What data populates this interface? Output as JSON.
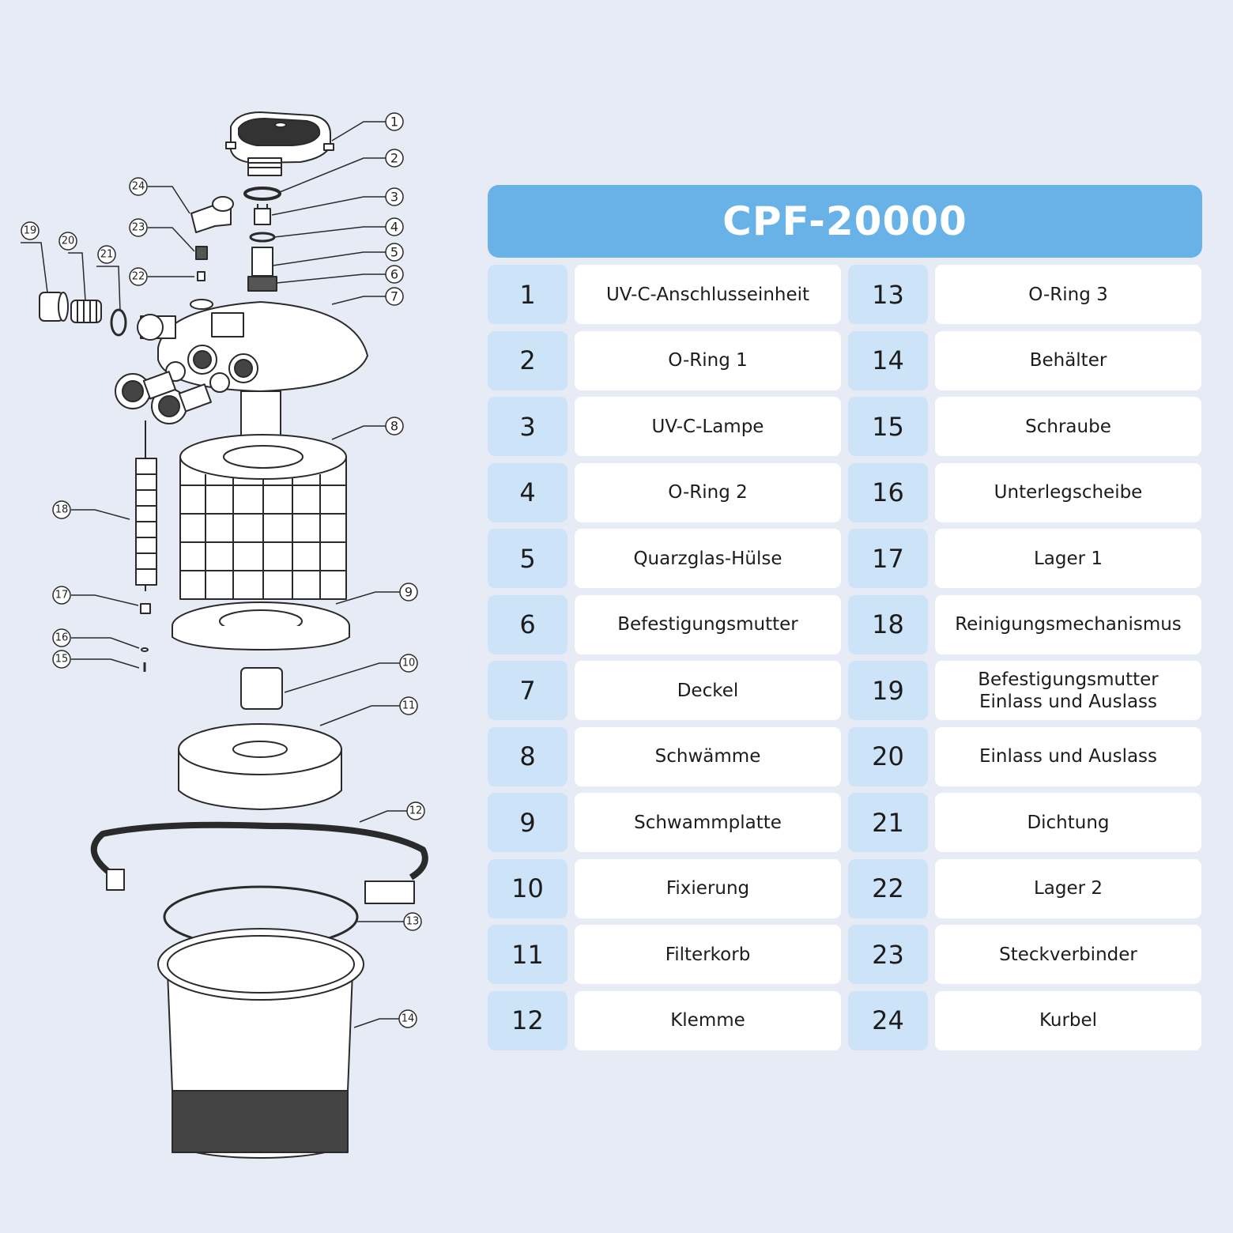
{
  "title": "CPF-20000",
  "colors": {
    "header": "#69b2e8",
    "number_cell": "#cde4f8",
    "label_cell": "#ffffff",
    "background": "#e6ebf6"
  },
  "parts_left": [
    {
      "num": "1",
      "label": "UV-C-Anschlusseinheit"
    },
    {
      "num": "2",
      "label": "O-Ring 1"
    },
    {
      "num": "3",
      "label": "UV-C-Lampe"
    },
    {
      "num": "4",
      "label": "O-Ring 2"
    },
    {
      "num": "5",
      "label": "Quarzglas-Hülse"
    },
    {
      "num": "6",
      "label": "Befestigungsmutter"
    },
    {
      "num": "7",
      "label": "Deckel"
    },
    {
      "num": "8",
      "label": "Schwämme"
    },
    {
      "num": "9",
      "label": "Schwammplatte"
    },
    {
      "num": "10",
      "label": "Fixierung"
    },
    {
      "num": "11",
      "label": "Filterkorb"
    },
    {
      "num": "12",
      "label": "Klemme"
    }
  ],
  "parts_right": [
    {
      "num": "13",
      "label": "O-Ring 3"
    },
    {
      "num": "14",
      "label": "Behälter"
    },
    {
      "num": "15",
      "label": "Schraube"
    },
    {
      "num": "16",
      "label": "Unterlegscheibe"
    },
    {
      "num": "17",
      "label": "Lager 1"
    },
    {
      "num": "18",
      "label": "Reinigungsmechanismus"
    },
    {
      "num": "19",
      "label": "Befestigungsmutter\nEinlass und Auslass"
    },
    {
      "num": "20",
      "label": "Einlass und Auslass"
    },
    {
      "num": "21",
      "label": "Dichtung"
    },
    {
      "num": "22",
      "label": "Lager 2"
    },
    {
      "num": "23",
      "label": "Steckverbinder"
    },
    {
      "num": "24",
      "label": "Kurbel"
    }
  ],
  "callouts": [
    "1",
    "2",
    "3",
    "4",
    "5",
    "6",
    "7",
    "8",
    "9",
    "10",
    "11",
    "12",
    "13",
    "14",
    "15",
    "16",
    "17",
    "18",
    "19",
    "20",
    "21",
    "22",
    "23",
    "24"
  ]
}
